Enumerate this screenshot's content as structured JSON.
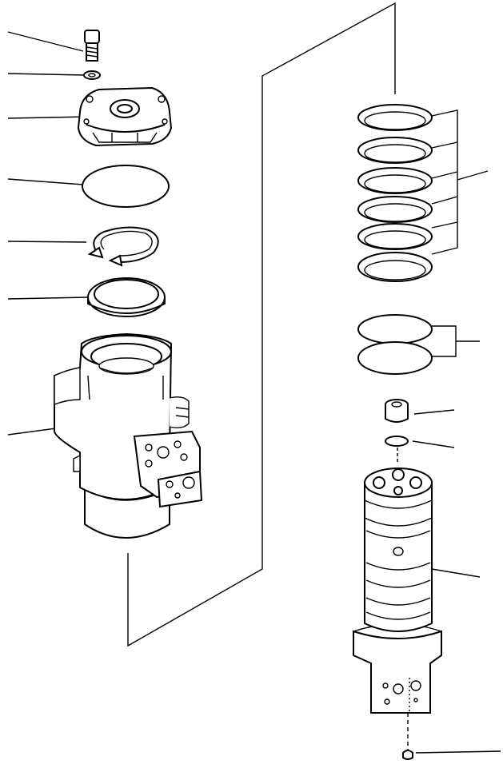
{
  "diagram": {
    "kind": "exploded parts view",
    "parts": [
      {
        "id": "bolt",
        "icon": "bolt-icon"
      },
      {
        "id": "washer",
        "icon": "washer-icon"
      },
      {
        "id": "cover",
        "icon": "cover-plate-icon"
      },
      {
        "id": "o-ring-large",
        "icon": "o-ring-icon"
      },
      {
        "id": "snap-ring",
        "icon": "snap-ring-icon"
      },
      {
        "id": "ring",
        "icon": "ring-icon"
      },
      {
        "id": "body",
        "icon": "housing-icon"
      },
      {
        "id": "seal-rings",
        "icon": "seal-ring-stack-icon"
      },
      {
        "id": "o-ring-pair",
        "icon": "o-ring-pair-icon"
      },
      {
        "id": "plug",
        "icon": "plug-icon"
      },
      {
        "id": "o-ring-small",
        "icon": "o-ring-icon"
      },
      {
        "id": "shaft",
        "icon": "rotor-shaft-icon"
      },
      {
        "id": "pin",
        "icon": "pin-icon"
      }
    ]
  }
}
